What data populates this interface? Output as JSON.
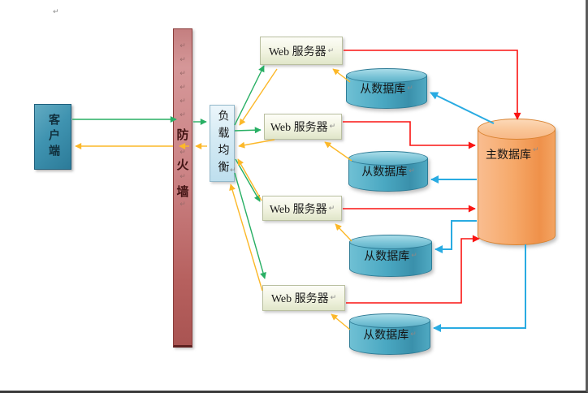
{
  "diagram": {
    "paragraph_mark": "↵",
    "client": {
      "label": "客户端"
    },
    "firewall": {
      "label": "防火墙",
      "chars": [
        "防",
        "火",
        "墙"
      ]
    },
    "load_balancer": {
      "label": "负载均衡"
    },
    "web_servers": [
      {
        "label": "Web 服务器"
      },
      {
        "label": "Web 服务器"
      },
      {
        "label": "Web 服务器"
      },
      {
        "label": "Web 服务器"
      }
    ],
    "slave_dbs": [
      {
        "label": "从数据库"
      },
      {
        "label": "从数据库"
      },
      {
        "label": "从数据库"
      },
      {
        "label": "从数据库"
      }
    ],
    "master_db": {
      "label": "主数据库"
    },
    "colors": {
      "request_arrow_green": "#28af64",
      "response_arrow_yellow": "#fcb829",
      "write_arrow_red": "#fa1412",
      "replication_arrow_blue": "#29abe2"
    }
  }
}
